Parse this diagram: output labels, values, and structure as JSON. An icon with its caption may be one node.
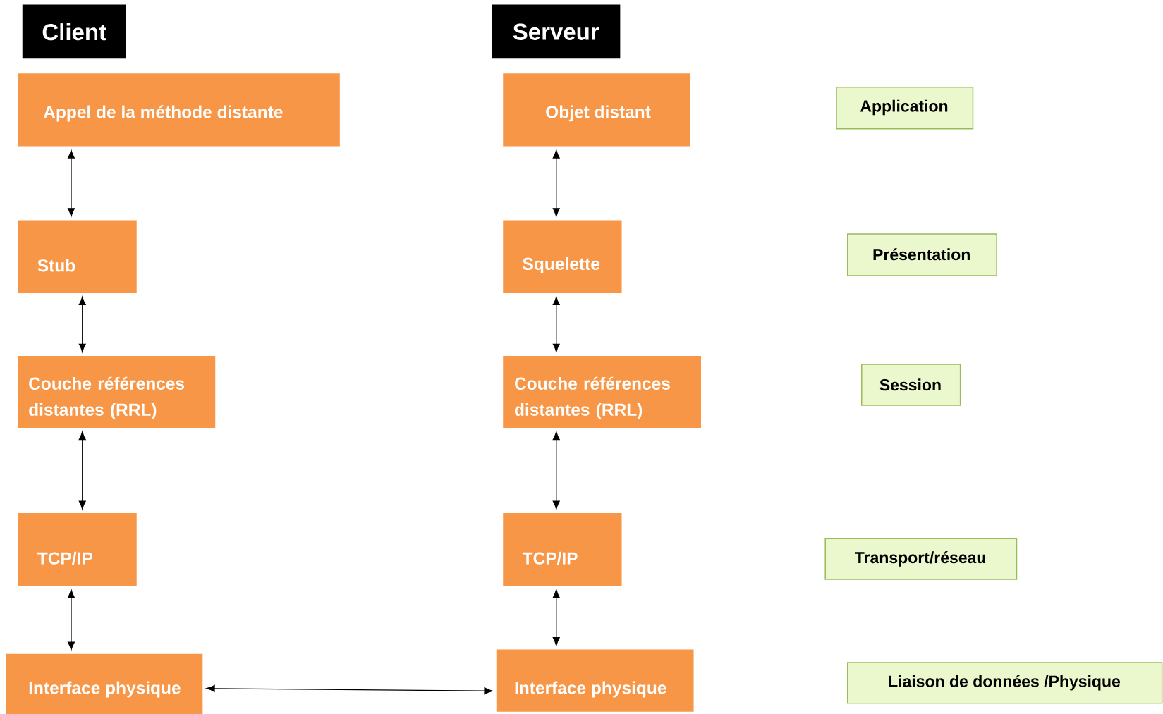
{
  "diagram": {
    "nodes": [
      {
        "text": [
          "Client"
        ]
      },
      {
        "text": [
          "Serveur"
        ]
      },
      {
        "text": [
          "Appel de la méthode distante"
        ]
      },
      {
        "text": [
          "Objet distant"
        ]
      },
      {
        "text": [
          "Application"
        ]
      },
      {
        "text": [
          "Stub"
        ]
      },
      {
        "text": [
          "Squelette"
        ]
      },
      {
        "text": [
          "Présentation"
        ]
      },
      {
        "text": [
          "Couche références distantes (RRL)"
        ]
      },
      {
        "text": [
          "Couche références distantes (RRL)"
        ]
      },
      {
        "text": [
          "Session"
        ]
      },
      {
        "text": [
          "TCP/IP"
        ]
      },
      {
        "text": [
          "TCP/IP"
        ]
      },
      {
        "text": [
          "Transport/réseau"
        ]
      },
      {
        "text": [
          "Interface physique"
        ]
      },
      {
        "text": [
          "Interface physique"
        ]
      },
      {
        "text": [
          "Liaison de données /Physique"
        ]
      }
    ],
    "edges": [
      {
        "from": 2,
        "to": 5,
        "arrow": "both"
      },
      {
        "from": 5,
        "to": 8,
        "arrow": "both"
      },
      {
        "from": 8,
        "to": 11,
        "arrow": "both"
      },
      {
        "from": 11,
        "to": 14,
        "arrow": "both"
      },
      {
        "from": 3,
        "to": 6,
        "arrow": "both"
      },
      {
        "from": 6,
        "to": 9,
        "arrow": "both"
      },
      {
        "from": 9,
        "to": 12,
        "arrow": "both"
      },
      {
        "from": 12,
        "to": 15,
        "arrow": "both"
      },
      {
        "from": 14,
        "to": 15,
        "arrow": "both"
      }
    ]
  }
}
